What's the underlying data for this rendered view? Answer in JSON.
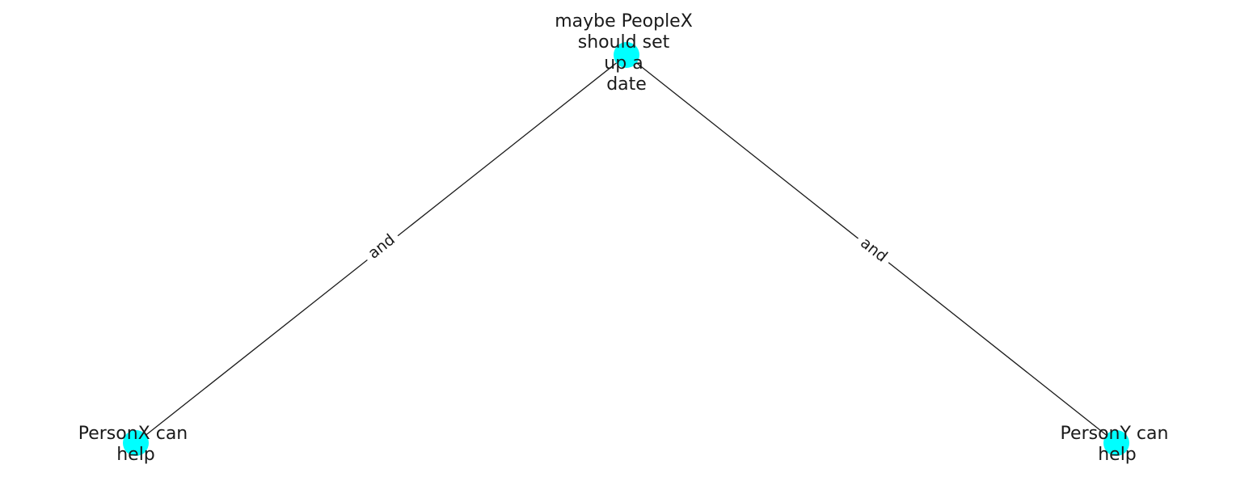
{
  "diagram": {
    "node_color": "#00ffff",
    "edge_color": "#1a1a1a",
    "nodes": [
      {
        "id": "top",
        "lines": [
          "maybe PeopleX",
          "should set",
          "up a",
          "date"
        ]
      },
      {
        "id": "left",
        "lines": [
          "PersonX can",
          "help"
        ]
      },
      {
        "id": "right",
        "lines": [
          "PersonY can",
          "help"
        ]
      }
    ],
    "edges": [
      {
        "from": "top",
        "to": "left",
        "label": "and"
      },
      {
        "from": "top",
        "to": "right",
        "label": "and"
      }
    ]
  }
}
